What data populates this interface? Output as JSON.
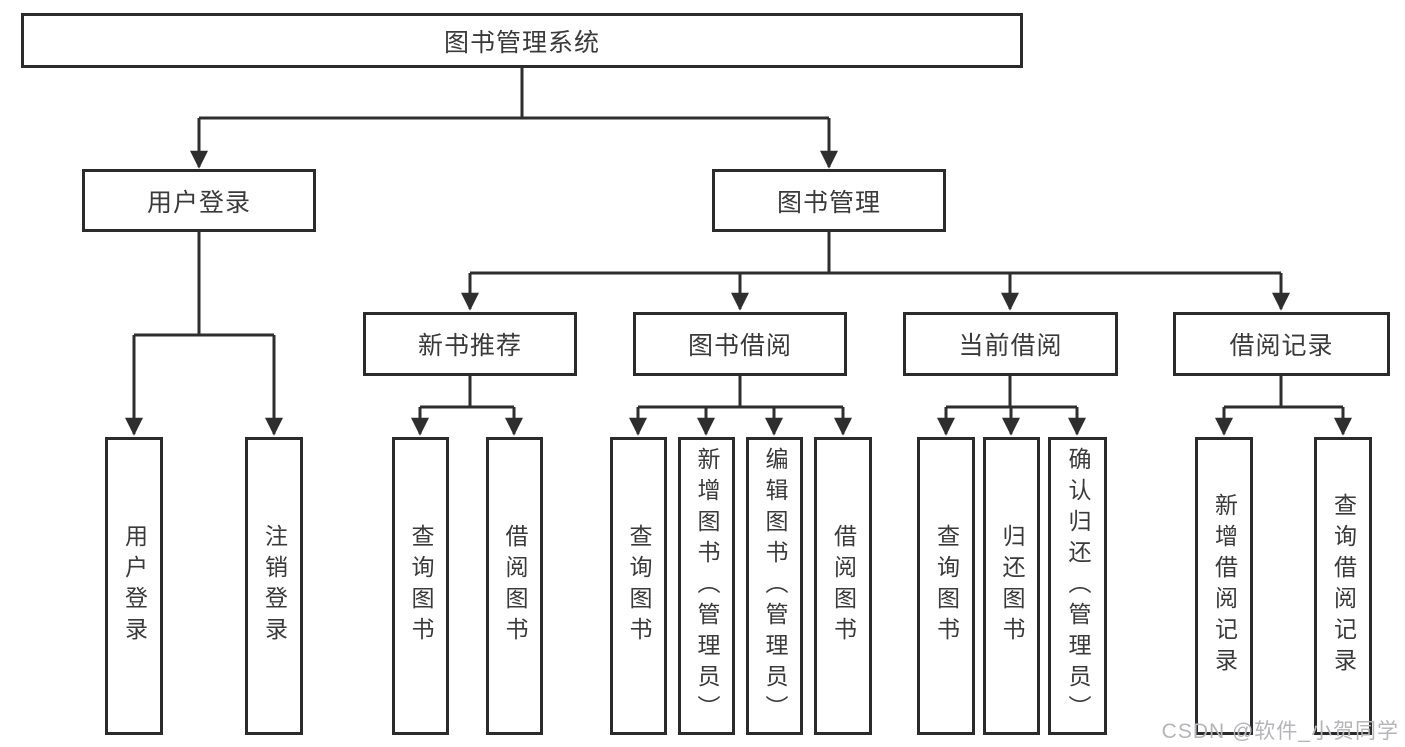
{
  "tree": {
    "root": {
      "label": "图书管理系统",
      "children": [
        {
          "label": "用户登录",
          "children": [
            {
              "label": "用户登录"
            },
            {
              "label": "注销登录"
            }
          ]
        },
        {
          "label": "图书管理",
          "children": [
            {
              "label": "新书推荐",
              "children": [
                {
                  "label": "查询图书"
                },
                {
                  "label": "借阅图书"
                }
              ]
            },
            {
              "label": "图书借阅",
              "children": [
                {
                  "label": "查询图书"
                },
                {
                  "label": "新增图书（管理员）"
                },
                {
                  "label": "编辑图书（管理员）"
                },
                {
                  "label": "借阅图书"
                }
              ]
            },
            {
              "label": "当前借阅",
              "children": [
                {
                  "label": "查询图书"
                },
                {
                  "label": "归还图书"
                },
                {
                  "label": "确认归还（管理员）"
                }
              ]
            },
            {
              "label": "借阅记录",
              "children": [
                {
                  "label": "新增借阅记录"
                },
                {
                  "label": "查询借阅记录"
                }
              ]
            }
          ]
        }
      ]
    }
  },
  "colors": {
    "line": "#2e2e2e",
    "border": "#2b2b2b",
    "text": "#3a3a3a",
    "watermark": "#b5b5b9"
  },
  "watermark": {
    "text": "CSDN @软件_小贺同学"
  }
}
